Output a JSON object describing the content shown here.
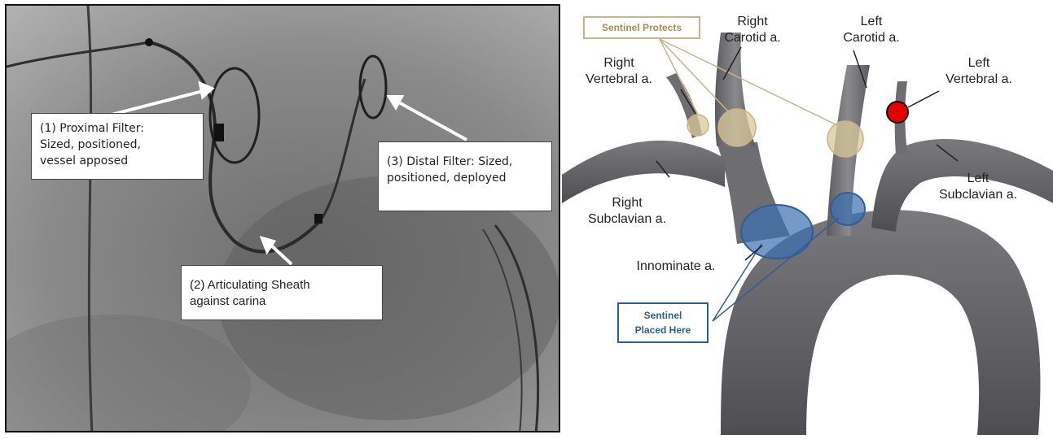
{
  "fluoro": {
    "callouts": {
      "proximal": "(1)  Proximal Filter:\nSized, positioned,\nvessel apposed",
      "sheath": "(2) Articulating Sheath\nagainst carina",
      "distal": "(3)  Distal Filter: Sized,\npositioned, deployed"
    }
  },
  "anatomy": {
    "labels": {
      "right_carotid": "Right\nCarotid a.",
      "left_carotid": "Left\nCarotid a.",
      "right_vertebral": "Right\nVertebral a.",
      "left_vertebral": "Left\nVertebral a.",
      "right_subclavian": "Right\nSubclavian a.",
      "left_subclavian": "Left\nSubclavian a.",
      "innominate": "Innominate a."
    },
    "tags": {
      "protects": "Sentinel Protects",
      "placed": "Sentinel\nPlaced Here"
    },
    "colors": {
      "protect_zone": "#d9c89a",
      "placement_zone": "#3a6eb0",
      "occluded": "#e00000",
      "artery": "#6f6f72"
    }
  }
}
